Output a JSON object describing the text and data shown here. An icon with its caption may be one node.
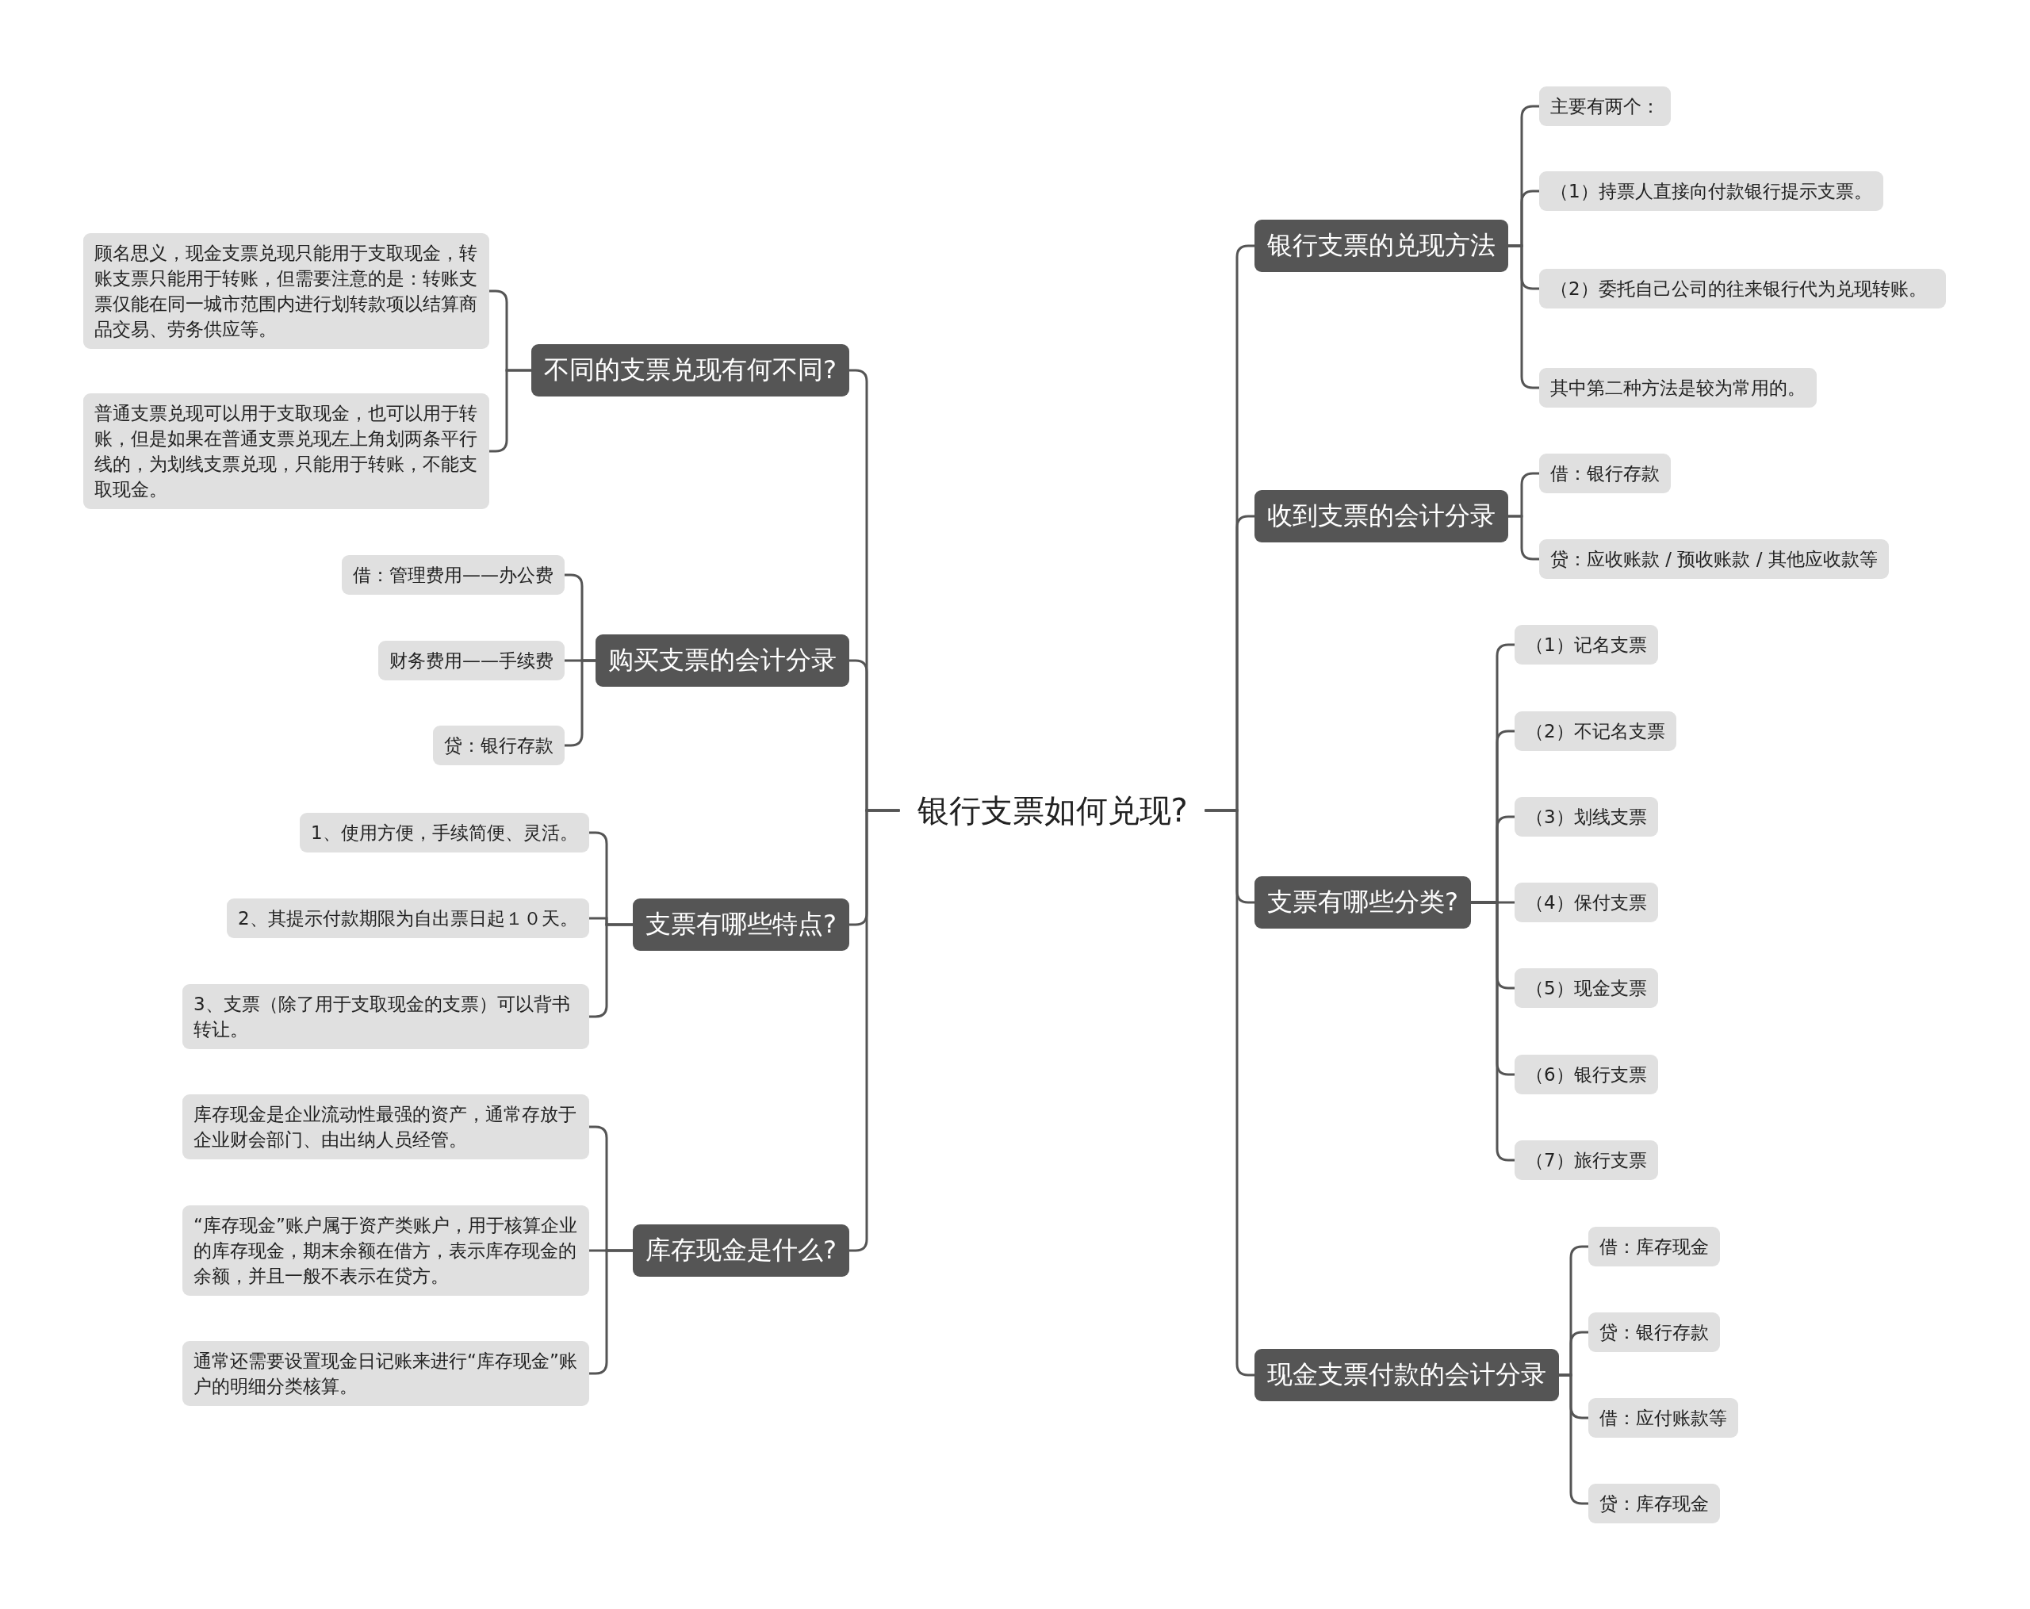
{
  "diagram": {
    "nodes": [
      {
        "text": [
          "银行支票如何兑现?"
        ]
      },
      {
        "text": [
          "不同的支票兑现有何不同?"
        ]
      },
      {
        "text": [
          "顾名思义，现金支票兑现只能用于支取现金，转账支票只能用于转账，但需要注意的是：转账支票仅能在同一城市范围内进行划转款项以结算商品交易、劳务供应等。"
        ]
      },
      {
        "text": [
          "普通支票兑现可以用于支取现金，也可以用于转账，但是如果在普通支票兑现左上角划两条平行线的，为划线支票兑现，只能用于转账，不能支取现金。"
        ]
      },
      {
        "text": [
          "购买支票的会计分录"
        ]
      },
      {
        "text": [
          "借：管理费用——办公费"
        ]
      },
      {
        "text": [
          "财务费用——手续费"
        ]
      },
      {
        "text": [
          "贷：银行存款"
        ]
      },
      {
        "text": [
          "支票有哪些特点?"
        ]
      },
      {
        "text": [
          "1、使用方便，手续简便、灵活。"
        ]
      },
      {
        "text": [
          "2、其提示付款期限为自出票日起１０天。"
        ]
      },
      {
        "text": [
          "3、支票（除了用于支取现金的支票）可以背书转让。"
        ]
      },
      {
        "text": [
          "库存现金是什么?"
        ]
      },
      {
        "text": [
          "库存现金是企业流动性最强的资产，通常存放于企业财会部门、由出纳人员经管。"
        ]
      },
      {
        "text": [
          "“库存现金”账户属于资产类账户，用于核算企业的库存现金，期末余额在借方，表示库存现金的余额，并且一般不表示在贷方。"
        ]
      },
      {
        "text": [
          "通常还需要设置现金日记账来进行“库存现金”账户的明细分类核算。"
        ]
      },
      {
        "text": [
          "银行支票的兑现方法"
        ]
      },
      {
        "text": [
          "主要有两个："
        ]
      },
      {
        "text": [
          "（1）持票人直接向付款银行提示支票。"
        ]
      },
      {
        "text": [
          "（2）委托自己公司的往来银行代为兑现转账。"
        ]
      },
      {
        "text": [
          "其中第二种方法是较为常用的。"
        ]
      },
      {
        "text": [
          "收到支票的会计分录"
        ]
      },
      {
        "text": [
          "借：银行存款"
        ]
      },
      {
        "text": [
          "贷：应收账款 / 预收账款 / 其他应收款等"
        ]
      },
      {
        "text": [
          "支票有哪些分类?"
        ]
      },
      {
        "text": [
          "（1）记名支票"
        ]
      },
      {
        "text": [
          "（2）不记名支票"
        ]
      },
      {
        "text": [
          "（3）划线支票"
        ]
      },
      {
        "text": [
          "（4）保付支票"
        ]
      },
      {
        "text": [
          "（5）现金支票"
        ]
      },
      {
        "text": [
          "（6）银行支票"
        ]
      },
      {
        "text": [
          "（7）旅行支票"
        ]
      },
      {
        "text": [
          "现金支票付款的会计分录"
        ]
      },
      {
        "text": [
          "借：库存现金"
        ]
      },
      {
        "text": [
          "贷：银行存款"
        ]
      },
      {
        "text": [
          "借：应付账款等"
        ]
      },
      {
        "text": [
          "贷：库存现金"
        ]
      }
    ],
    "edges": [
      {
        "from": 0,
        "to": 1,
        "arrow": "none"
      },
      {
        "from": 1,
        "to": 2,
        "arrow": "none"
      },
      {
        "from": 1,
        "to": 3,
        "arrow": "none"
      },
      {
        "from": 0,
        "to": 4,
        "arrow": "none"
      },
      {
        "from": 4,
        "to": 5,
        "arrow": "none"
      },
      {
        "from": 4,
        "to": 6,
        "arrow": "none"
      },
      {
        "from": 4,
        "to": 7,
        "arrow": "none"
      },
      {
        "from": 0,
        "to": 8,
        "arrow": "none"
      },
      {
        "from": 8,
        "to": 9,
        "arrow": "none"
      },
      {
        "from": 8,
        "to": 10,
        "arrow": "none"
      },
      {
        "from": 8,
        "to": 11,
        "arrow": "none"
      },
      {
        "from": 0,
        "to": 12,
        "arrow": "none"
      },
      {
        "from": 12,
        "to": 13,
        "arrow": "none"
      },
      {
        "from": 12,
        "to": 14,
        "arrow": "none"
      },
      {
        "from": 12,
        "to": 15,
        "arrow": "none"
      },
      {
        "from": 0,
        "to": 16,
        "arrow": "none"
      },
      {
        "from": 16,
        "to": 17,
        "arrow": "none"
      },
      {
        "from": 16,
        "to": 18,
        "arrow": "none"
      },
      {
        "from": 16,
        "to": 19,
        "arrow": "none"
      },
      {
        "from": 16,
        "to": 20,
        "arrow": "none"
      },
      {
        "from": 0,
        "to": 21,
        "arrow": "none"
      },
      {
        "from": 21,
        "to": 22,
        "arrow": "none"
      },
      {
        "from": 21,
        "to": 23,
        "arrow": "none"
      },
      {
        "from": 0,
        "to": 24,
        "arrow": "none"
      },
      {
        "from": 24,
        "to": 25,
        "arrow": "none"
      },
      {
        "from": 24,
        "to": 26,
        "arrow": "none"
      },
      {
        "from": 24,
        "to": 27,
        "arrow": "none"
      },
      {
        "from": 24,
        "to": 28,
        "arrow": "none"
      },
      {
        "from": 24,
        "to": 29,
        "arrow": "none"
      },
      {
        "from": 24,
        "to": 30,
        "arrow": "none"
      },
      {
        "from": 24,
        "to": 31,
        "arrow": "none"
      },
      {
        "from": 0,
        "to": 32,
        "arrow": "none"
      },
      {
        "from": 32,
        "to": 33,
        "arrow": "none"
      },
      {
        "from": 32,
        "to": 34,
        "arrow": "none"
      },
      {
        "from": 32,
        "to": 35,
        "arrow": "none"
      },
      {
        "from": 32,
        "to": 36,
        "arrow": "none"
      }
    ]
  }
}
